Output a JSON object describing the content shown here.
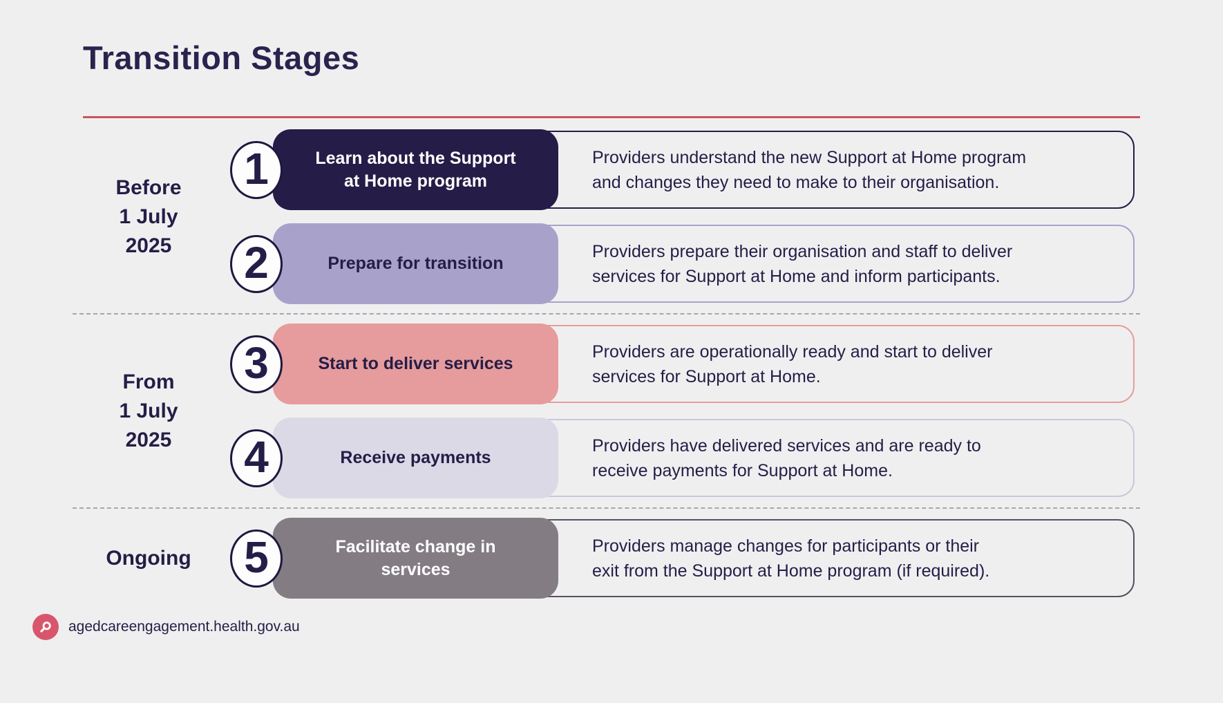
{
  "page": {
    "title": "Transition Stages"
  },
  "colors": {
    "background": "#F0EFF0",
    "heading_text": "#2B234E",
    "body_text": "#251D47",
    "title_rule": "#CB5261",
    "divider": "#A9A4AE",
    "circle_bg": "#FDFDFE",
    "circle_border": "#1E1840",
    "footer_icon_bg": "#D8566C"
  },
  "groups": [
    {
      "label": "Before\n1 July\n2025",
      "stage_indexes": [
        0,
        1
      ]
    },
    {
      "label": "From\n1 July\n2025",
      "stage_indexes": [
        2,
        3
      ]
    },
    {
      "label": "Ongoing",
      "stage_indexes": [
        4
      ]
    }
  ],
  "stages": [
    {
      "number": "1",
      "title": "Learn about the Support\nat Home program",
      "description": "Providers understand the new Support at Home program\nand changes they need to make to their organisation.",
      "colors": {
        "box_bg": "#251D47",
        "box_text": "#FFFFFF",
        "outline": "#251D47"
      }
    },
    {
      "number": "2",
      "title": "Prepare for transition",
      "description": "Providers prepare their organisation and staff to deliver\nservices for Support at Home and inform participants.",
      "colors": {
        "box_bg": "#A8A2CB",
        "box_text": "#251D47",
        "outline": "#A8A2CB"
      }
    },
    {
      "number": "3",
      "title": "Start to deliver services",
      "description": "Providers are operationally ready and start to deliver\nservices for Support at Home.",
      "colors": {
        "box_bg": "#E69C9C",
        "box_text": "#251D47",
        "outline": "#E69C9C"
      }
    },
    {
      "number": "4",
      "title": "Receive payments",
      "description": "Providers have delivered services and are ready to\nreceive payments for Support at Home.",
      "colors": {
        "box_bg": "#DCD9E7",
        "box_text": "#251D47",
        "outline": "#CBC7DB"
      }
    },
    {
      "number": "5",
      "title": "Facilitate change in\nservices",
      "description": "Providers manage changes for participants or their\nexit from the Support at Home program (if required).",
      "colors": {
        "box_bg": "#847C83",
        "box_text": "#FFFFFF",
        "outline": "#57515E"
      }
    }
  ],
  "footer": {
    "url": "agedcareengagement.health.gov.au",
    "icon": "magnifier-icon"
  }
}
